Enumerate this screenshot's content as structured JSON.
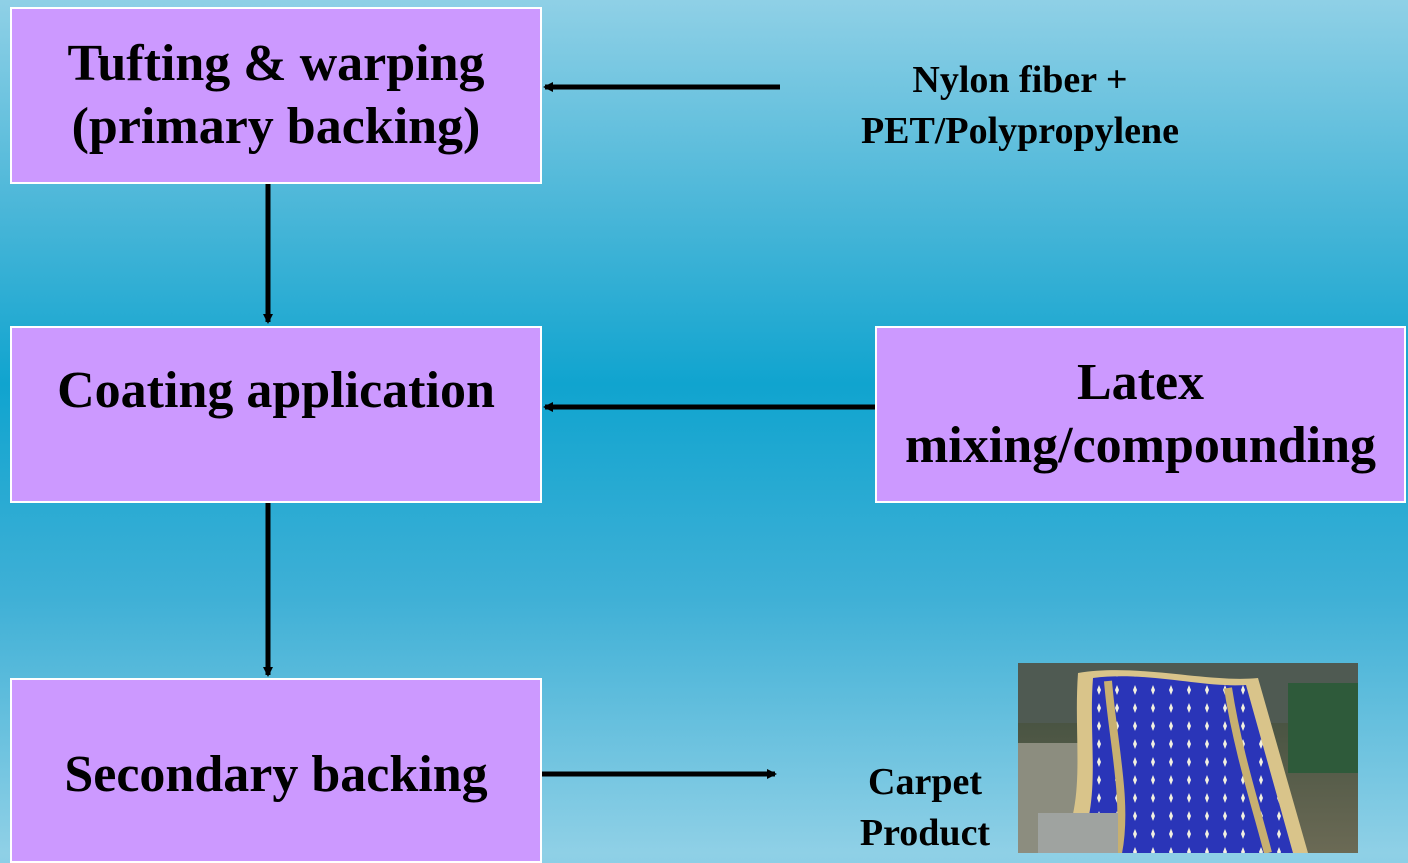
{
  "process": {
    "tufting": [
      "Tufting & warping",
      "(primary backing)"
    ],
    "coating": "Coating application",
    "secondary": "Secondary backing"
  },
  "inputs": {
    "fiber": [
      "Nylon fiber +",
      "PET/Polypropylene"
    ],
    "latex": [
      "Latex",
      "mixing/compounding"
    ]
  },
  "output": {
    "label": [
      "Carpet",
      "Product"
    ],
    "image_icon": "carpet-photo"
  },
  "colors": {
    "box_fill": "#cc99ff",
    "background": "#10a4cf",
    "arrow": "#000000"
  }
}
